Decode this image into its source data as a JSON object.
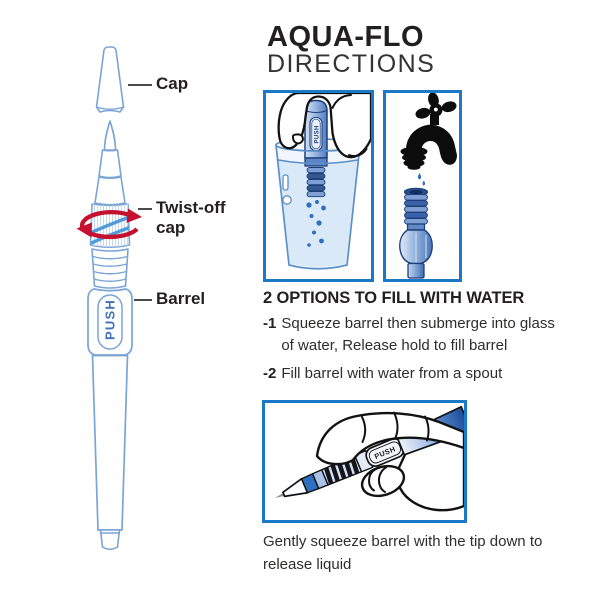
{
  "header": {
    "title": "AQUA-FLO",
    "subtitle": "DIRECTIONS"
  },
  "pen_diagram": {
    "cap_label": "Cap",
    "twist_off_label": "Twist-off cap",
    "barrel_label": "Barrel",
    "push_label": "PUSH"
  },
  "instructions": {
    "heading": "2 OPTIONS TO FILL WITH WATER",
    "steps": [
      {
        "num": "-1",
        "text": "Squeeze barrel then submerge into glass of water, Release hold to fill barrel"
      },
      {
        "num": "-2",
        "text": "Fill barrel with water from a spout"
      }
    ],
    "caption": "Gently squeeze barrel with the tip down to release liquid"
  },
  "icons": {
    "twist_arrow": "twist-rotation-arrow-icon",
    "faucet": "faucet-icon",
    "water_drops": "water-drop-icon",
    "hand": "hand-icon",
    "glass": "water-glass-icon"
  },
  "colors": {
    "panel_border": "#1b79c8",
    "diagram_outline": "#7aa4d6",
    "glass_outline": "#5b8fc9",
    "pen_outline_dark": "#1d3f7a",
    "arrow_red": "#c5112e",
    "push_text_blue": "#4170b6",
    "water_fill": "#d9e9f8",
    "bubble_blue": "#2d6fc1",
    "heading_text": "#231f20",
    "body_text": "#2e2d2c",
    "ink_black": "#121212"
  }
}
